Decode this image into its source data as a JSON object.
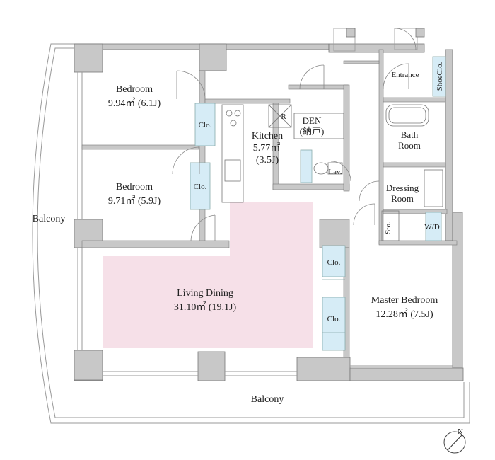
{
  "rooms": {
    "bedroom1": {
      "name": "Bedroom",
      "area": "9.94㎡ (6.1J)"
    },
    "bedroom2": {
      "name": "Bedroom",
      "area": "9.71㎡ (5.9J)"
    },
    "kitchen": {
      "name": "Kitchen",
      "area": "5.77㎡",
      "jo": "(3.5J)"
    },
    "den": {
      "name": "DEN",
      "sub": "(納戸)"
    },
    "living": {
      "name": "Living Dining",
      "area": "31.10㎡ (19.1J)"
    },
    "master": {
      "name": "Master Bedroom",
      "area": "12.28㎡ (7.5J)"
    },
    "bath": {
      "name1": "Bath",
      "name2": "Room"
    },
    "dressing": {
      "name1": "Dressing",
      "name2": "Room"
    }
  },
  "labels": {
    "entrance": "Entrance",
    "shoe": "ShoeClo.",
    "clo": "Clo.",
    "lav": "Lav.",
    "sto": "Sto.",
    "wd": "W/D",
    "fridge": "R",
    "balcony_left": "Balcony",
    "balcony_bottom": "Balcony",
    "north": "N"
  },
  "colors": {
    "wall": "#c8c8c8",
    "wall_dark": "#b5b5b5",
    "living_fill": "#f6e0e8",
    "closet_fill": "#d6ecf6",
    "line": "#555555"
  }
}
